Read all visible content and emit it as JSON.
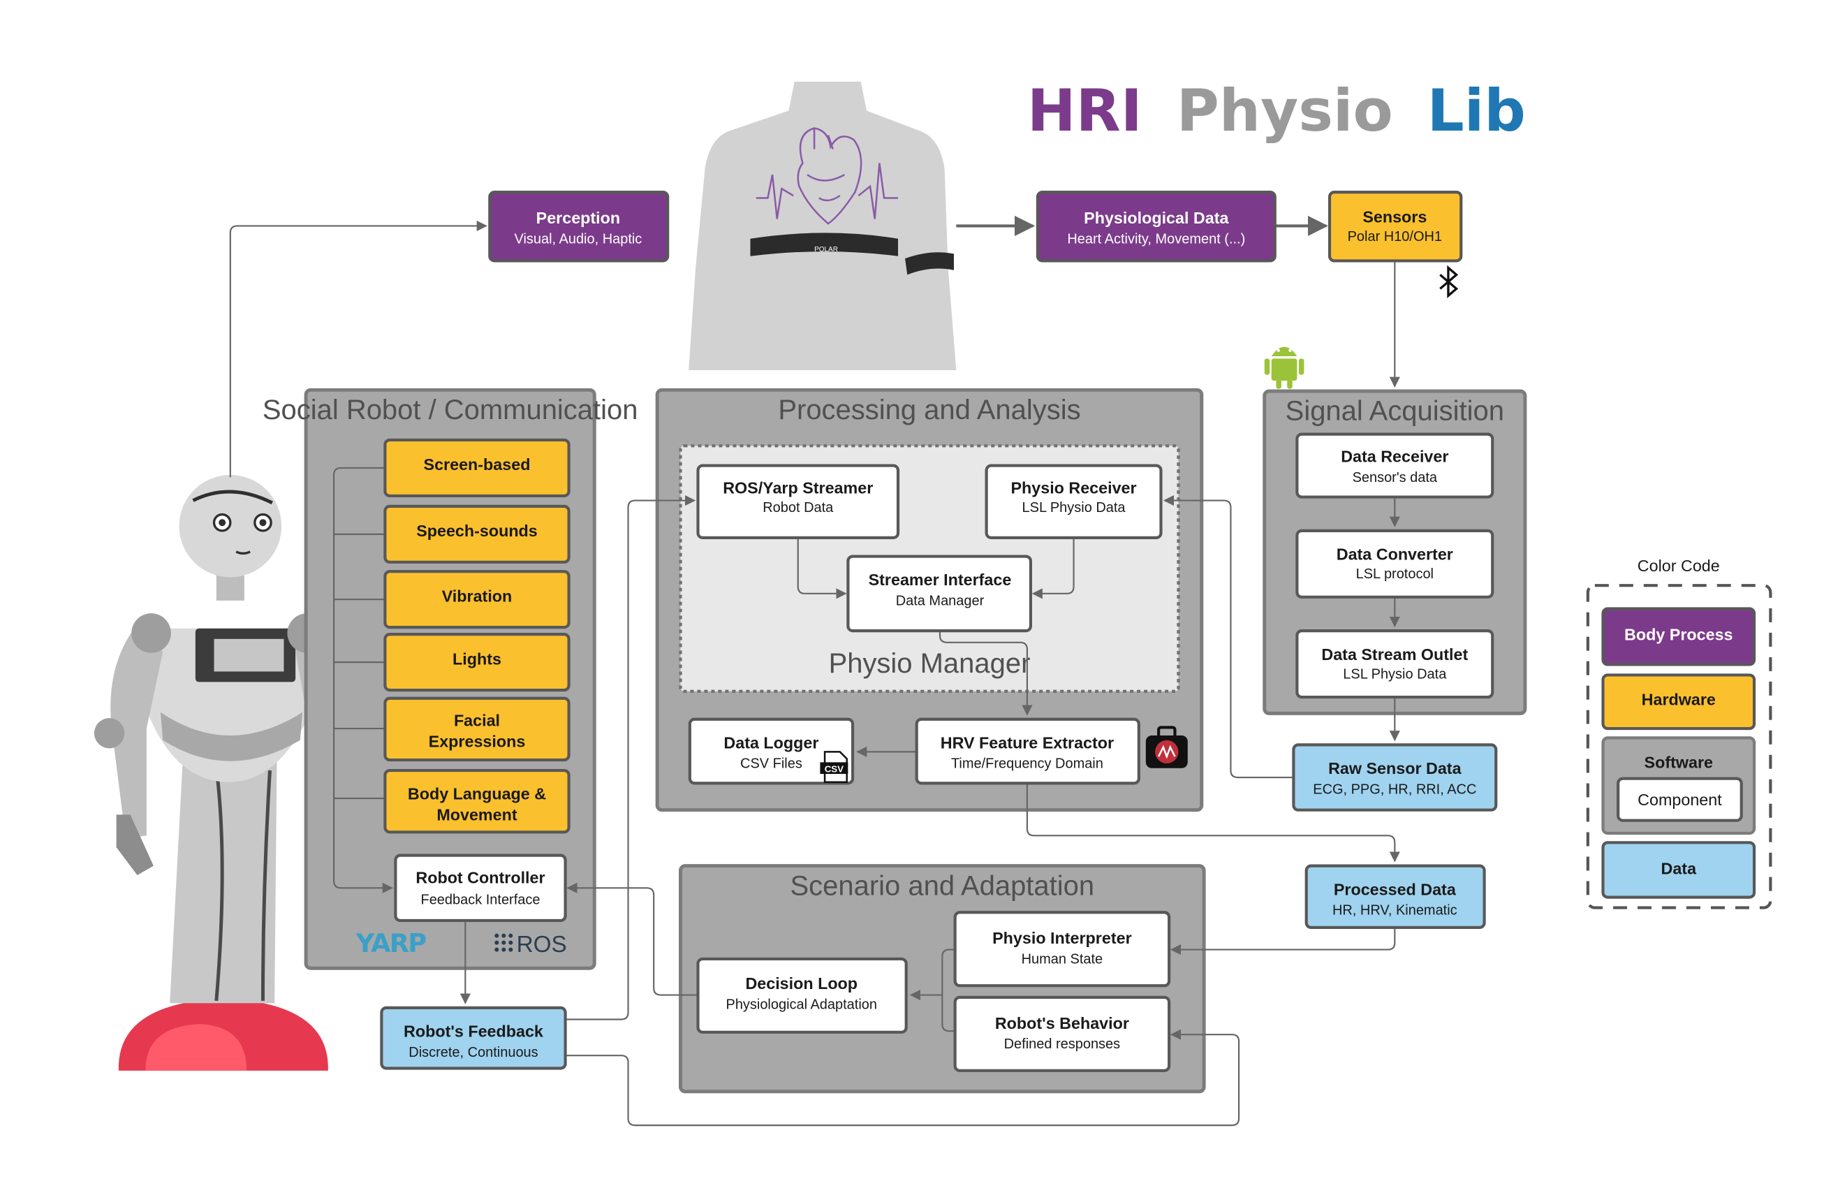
{
  "title": {
    "part1": "HRI",
    "part2": "Physio",
    "part3": "Lib"
  },
  "colors": {
    "body_process": "#7b3b8a",
    "hardware": "#fbc02d",
    "data": "#9fd3ef",
    "group": "#a8a8a8",
    "title_purple": "#7b3b8a",
    "title_gray": "#9a9a9a",
    "title_blue": "#1f78b4"
  },
  "top_row": {
    "perception": {
      "title": "Perception",
      "subtitle": "Visual, Audio, Haptic"
    },
    "physiological_data": {
      "title": "Physiological Data",
      "subtitle": "Heart Activity, Movement (...)"
    },
    "sensors": {
      "title": "Sensors",
      "subtitle": "Polar H10/OH1"
    }
  },
  "social_robot": {
    "title": "Social Robot / Communication",
    "items": [
      {
        "label": "Screen-based"
      },
      {
        "label": "Speech-sounds"
      },
      {
        "label": "Vibration"
      },
      {
        "label": "Lights"
      },
      {
        "label_lines": [
          "Facial",
          "Expressions"
        ]
      },
      {
        "label_lines": [
          "Body Language &",
          "Movement"
        ]
      }
    ],
    "controller": {
      "title": "Robot Controller",
      "subtitle": "Feedback Interface"
    },
    "logos": {
      "yarp": "YARP",
      "ros": "ROS"
    }
  },
  "processing": {
    "title": "Processing and Analysis",
    "manager_title": "Physio Manager",
    "ros_streamer": {
      "title": "ROS/Yarp Streamer",
      "subtitle": "Robot Data"
    },
    "physio_receiver": {
      "title": "Physio Receiver",
      "subtitle": "LSL Physio Data"
    },
    "streamer_interface": {
      "title": "Streamer Interface",
      "subtitle": "Data Manager"
    },
    "data_logger": {
      "title": "Data Logger",
      "subtitle": "CSV Files",
      "file_badge": "CSV"
    },
    "hrv_extractor": {
      "title": "HRV Feature Extractor",
      "subtitle": "Time/Frequency Domain"
    }
  },
  "signal_acquisition": {
    "title": "Signal Acquisition",
    "data_receiver": {
      "title": "Data Receiver",
      "subtitle": "Sensor's data"
    },
    "data_converter": {
      "title": "Data Converter",
      "subtitle": "LSL protocol"
    },
    "data_stream_outlet": {
      "title": "Data Stream Outlet",
      "subtitle": "LSL Physio Data"
    }
  },
  "raw_sensor_data": {
    "title": "Raw Sensor Data",
    "subtitle": "ECG, PPG, HR, RRI, ACC"
  },
  "processed_data": {
    "title": "Processed Data",
    "subtitle": "HR, HRV, Kinematic"
  },
  "robots_feedback": {
    "title": "Robot's Feedback",
    "subtitle": "Discrete, Continuous"
  },
  "scenario": {
    "title": "Scenario and Adaptation",
    "physio_interpreter": {
      "title": "Physio Interpreter",
      "subtitle": "Human State"
    },
    "decision_loop": {
      "title": "Decision Loop",
      "subtitle": "Physiological Adaptation"
    },
    "robots_behavior": {
      "title": "Robot's Behavior",
      "subtitle": "Defined responses"
    }
  },
  "legend": {
    "title": "Color Code",
    "body_process": "Body Process",
    "hardware": "Hardware",
    "software": "Software",
    "component": "Component",
    "data": "Data"
  },
  "icons": [
    "robot-illustration",
    "human-torso-illustration",
    "heart-icon",
    "bluetooth-icon",
    "android-icon",
    "csv-file-icon",
    "hrv-kit-icon"
  ]
}
